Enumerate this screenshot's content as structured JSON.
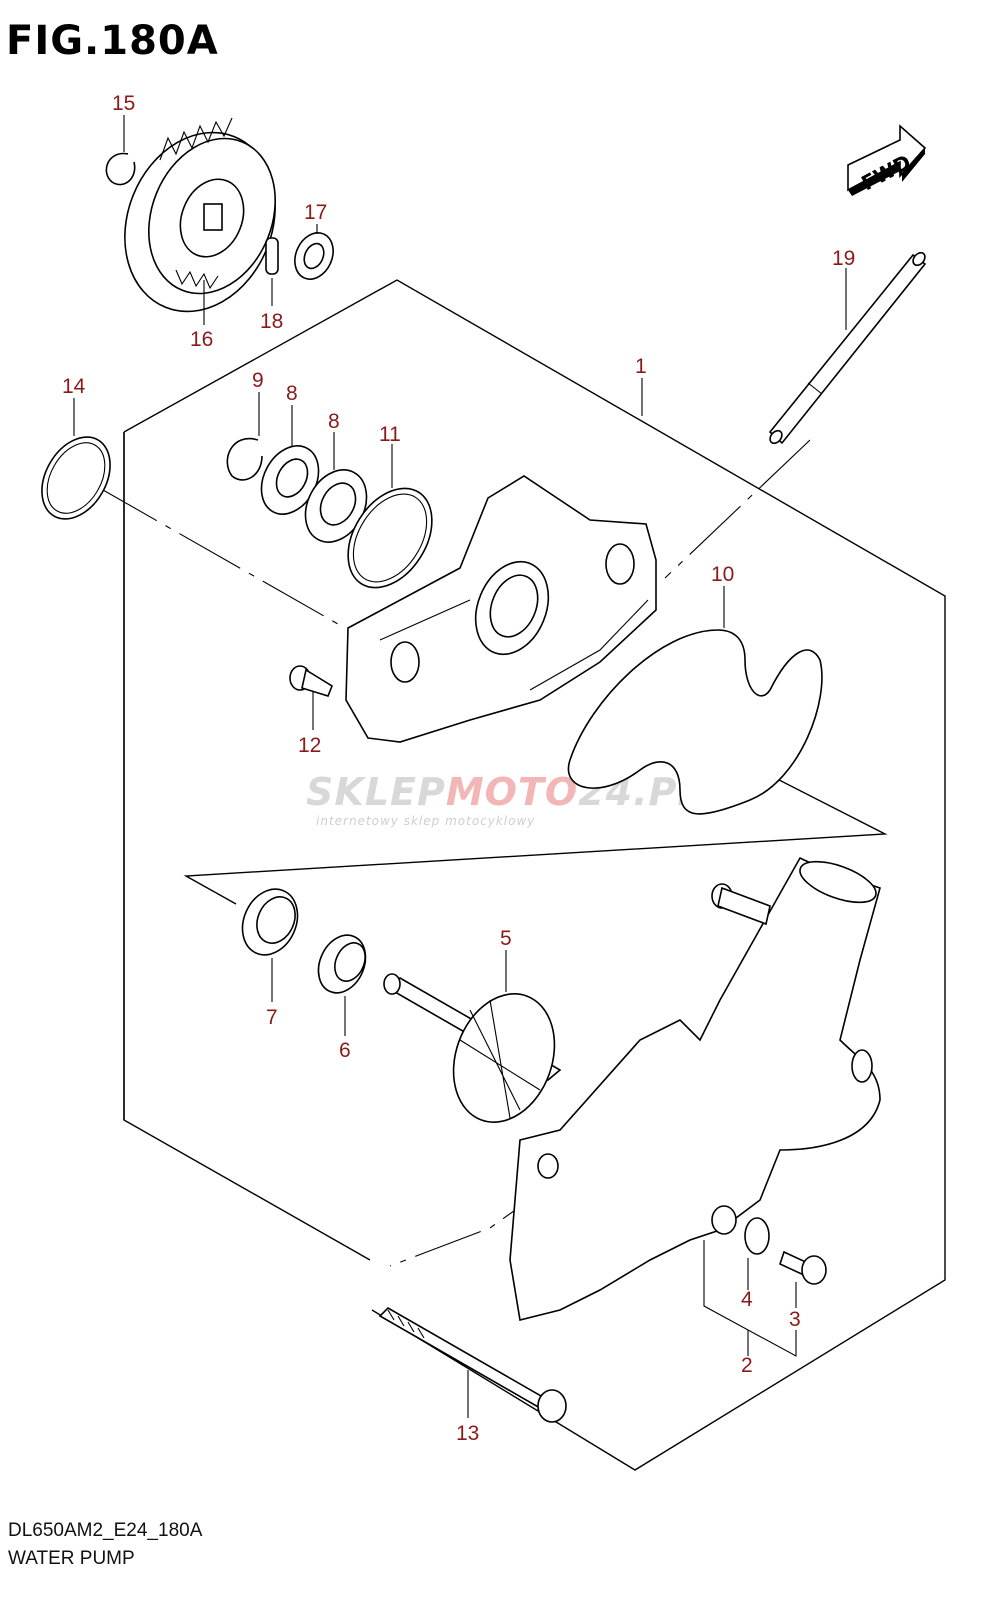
{
  "header": {
    "title": "FIG.180A"
  },
  "footer": {
    "code": "DL650AM2_E24_180A",
    "subtitle": "WATER PUMP"
  },
  "badge": {
    "fwd": "FWD"
  },
  "watermark": {
    "brand_a": "SKLEP",
    "brand_b": "MOTO",
    "brand_c": "24.PL",
    "tagline": "internetowy sklep motocyklowy"
  },
  "callouts": {
    "c1": "1",
    "c2": "2",
    "c3": "3",
    "c4": "4",
    "c5": "5",
    "c6": "6",
    "c7": "7",
    "c8a": "8",
    "c8b": "8",
    "c9": "9",
    "c10": "10",
    "c11": "11",
    "c12": "12",
    "c13": "13",
    "c14": "14",
    "c15": "15",
    "c16": "16",
    "c17": "17",
    "c18": "18",
    "c19": "19"
  },
  "colors": {
    "callout": "#8b1a1a",
    "ink": "#000000",
    "watermark_grey": "#d8d8d8",
    "watermark_red": "#f2b6b6"
  }
}
